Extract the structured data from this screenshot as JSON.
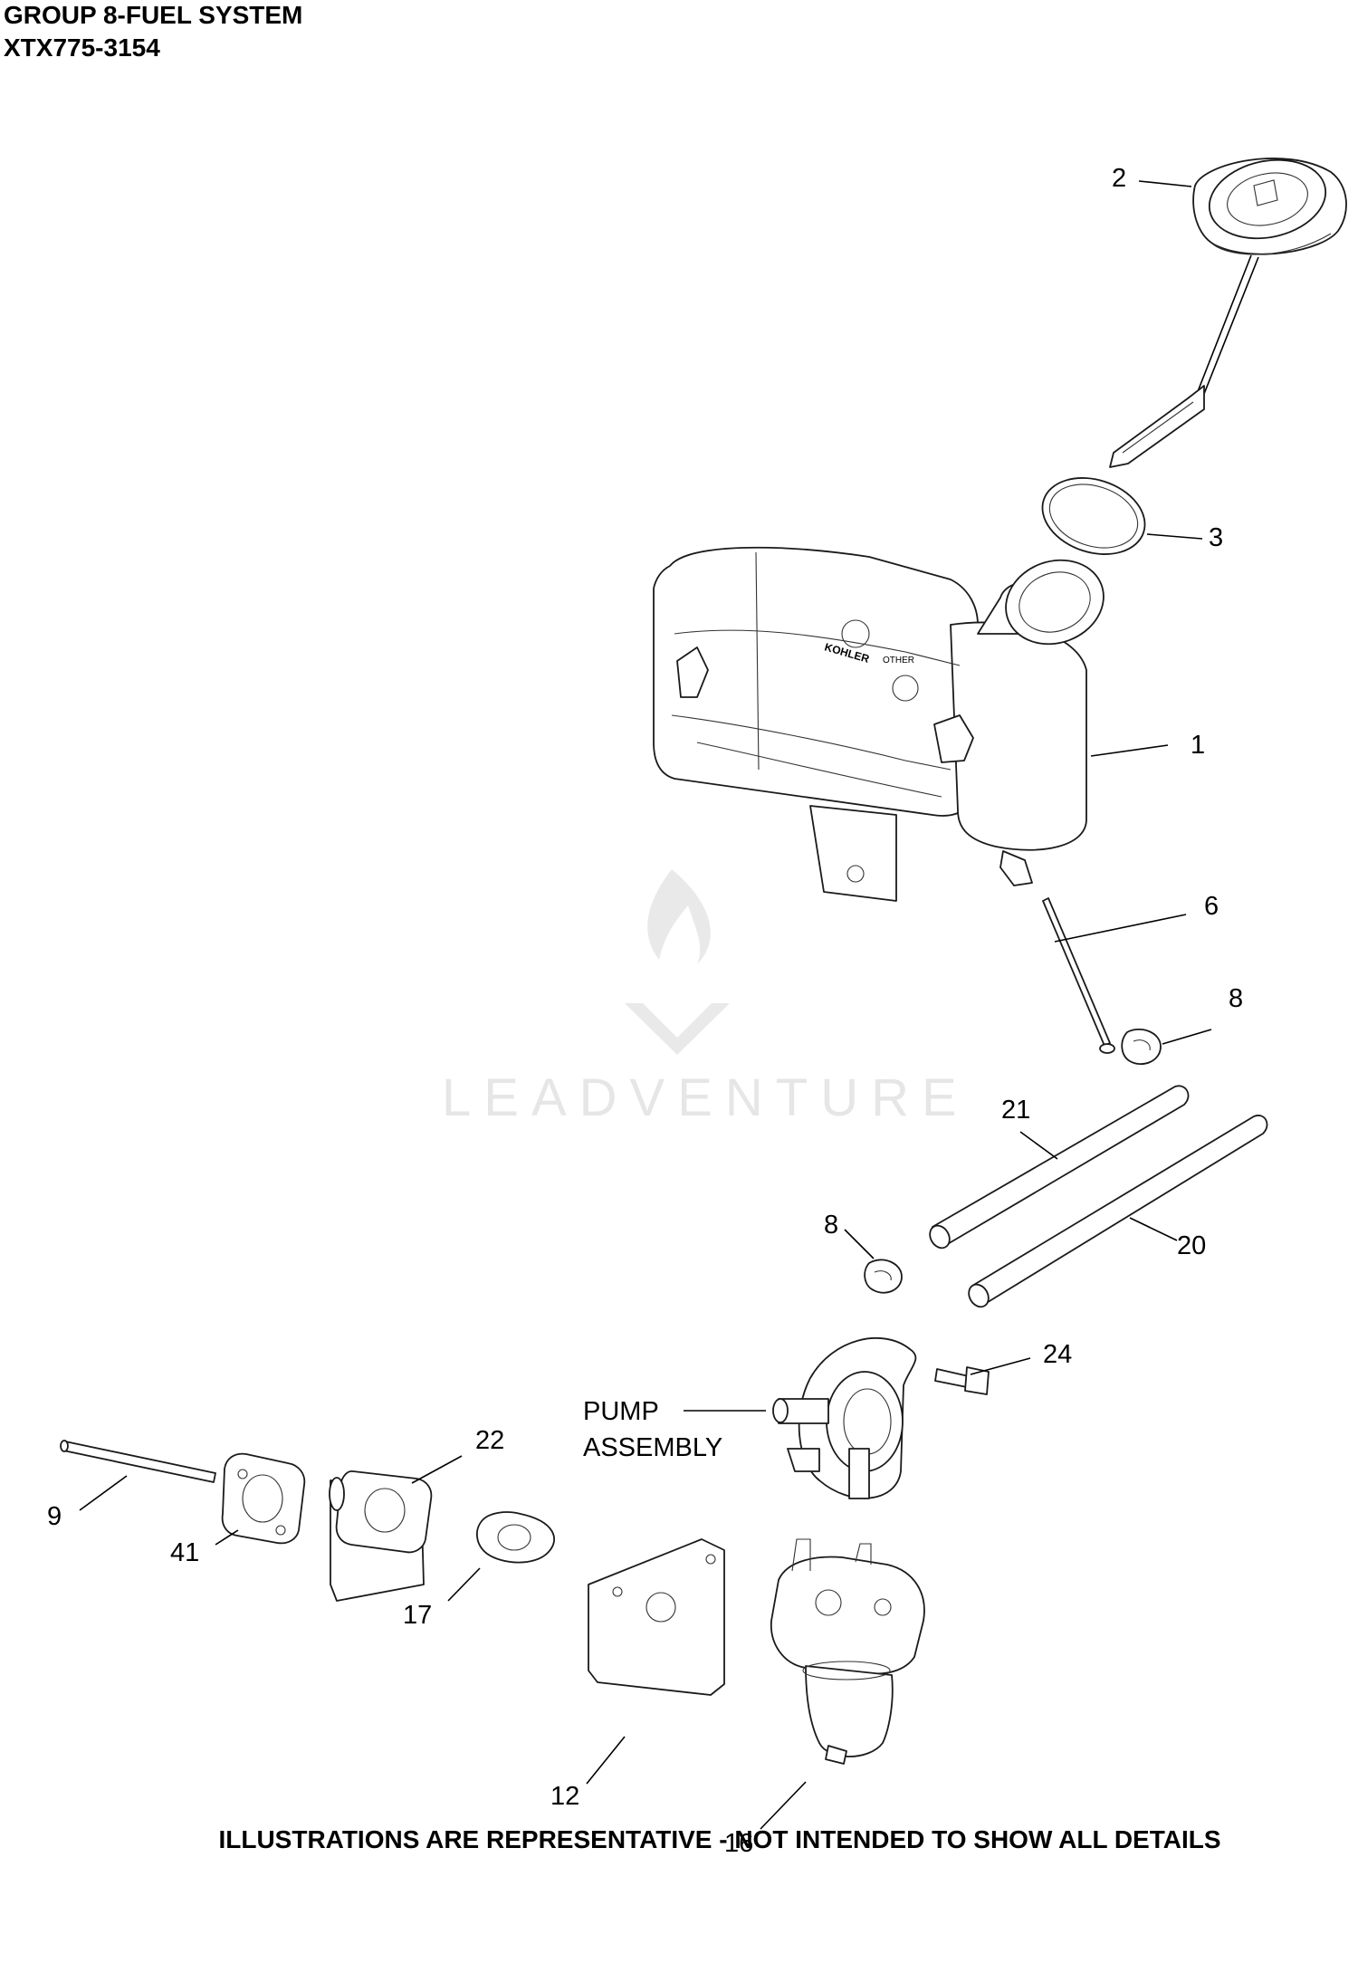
{
  "header": {
    "group": "GROUP 8-FUEL SYSTEM",
    "model": "XTX775-3154"
  },
  "watermark": "LEADVENTURE",
  "callouts": {
    "c1": "1",
    "c2": "2",
    "c3": "3",
    "c6": "6",
    "c8a": "8",
    "c8b": "8",
    "c9": "9",
    "c12": "12",
    "c16": "16",
    "c17": "17",
    "c20": "20",
    "c21": "21",
    "c22": "22",
    "c24": "24",
    "c41": "41",
    "pump_line1": "PUMP",
    "pump_line2": "ASSEMBLY"
  },
  "tank_label": {
    "brand": "KOHLER",
    "other": "OTHER"
  },
  "footer": "ILLUSTRATIONS ARE REPRESENTATIVE - NOT INTENDED TO SHOW ALL DETAILS"
}
